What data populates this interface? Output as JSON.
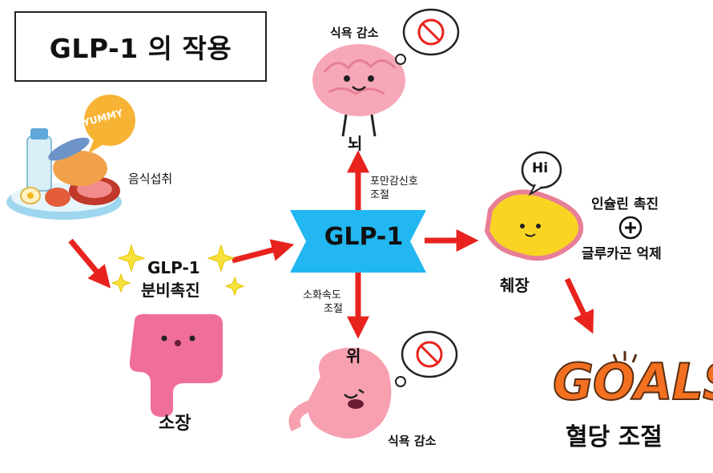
{
  "title": "GLP-1 의 작용",
  "nodes": {
    "food_intake": "음식섭취",
    "food_badge": "YUMMY",
    "glp1_secretion_line1": "GLP-1",
    "glp1_secretion_line2": "분비촉진",
    "small_intestine": "소장",
    "center": "GLP-1",
    "brain": "뇌",
    "brain_effect": "식욕 감소",
    "satiety_line1": "포만감신호",
    "satiety_line2": "조절",
    "stomach": "위",
    "stomach_effect": "식욕 감소",
    "digestion_line1": "소화속도",
    "digestion_line2": "조절",
    "pancreas": "췌장",
    "pancreas_bubble": "Hi",
    "insulin": "인슐린 촉진",
    "glucagon": "글루카곤 억제",
    "goals": "GOALS",
    "blood_sugar": "혈당 조절"
  },
  "colors": {
    "arrow": "#e8231e",
    "center_shape": "#22b7f0",
    "brain": "#f7a8b8",
    "intestine": "#ef6f9a",
    "stomach": "#f7a0b0",
    "pancreas": "#f9d423",
    "goals": "#f37021"
  }
}
